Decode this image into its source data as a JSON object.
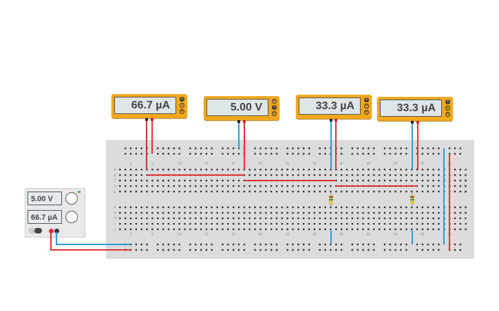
{
  "meters": [
    {
      "reading": "66.7 µA",
      "mode": "A"
    },
    {
      "reading": "5.00 V",
      "mode": "V"
    },
    {
      "reading": "33.3 µA",
      "mode": "A"
    },
    {
      "reading": "33.3 µA",
      "mode": "A"
    }
  ],
  "meter_buttons": [
    "A",
    "V",
    "R"
  ],
  "power_supply": {
    "voltage": "5.00 V",
    "current": "66.7 µA"
  },
  "breadboard": {
    "row_labels_top": [
      "A",
      "B",
      "C",
      "D",
      "E"
    ],
    "row_labels_bottom": [
      "F",
      "G",
      "H",
      "I",
      "J"
    ],
    "column_labels": [
      "1",
      "5",
      "10",
      "15",
      "20",
      "25",
      "30",
      "35",
      "40",
      "45",
      "50",
      "55",
      "60"
    ]
  },
  "colors": {
    "meter": "#f2a81d",
    "wire_red": "#e03030",
    "wire_blue": "#2a9ad6",
    "breadboard": "#dcdcdc"
  }
}
